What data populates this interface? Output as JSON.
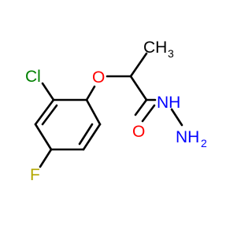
{
  "molecule": {
    "atoms": {
      "chlorine": {
        "symbol": "Cl",
        "color": "#008000"
      },
      "ether_oxygen": {
        "symbol": "O",
        "color": "#ff0000"
      },
      "methyl": {
        "symbol": "CH",
        "subscript": "3",
        "color": "#000000"
      },
      "carbonyl_oxygen": {
        "symbol": "O",
        "color": "#ff0000"
      },
      "hydrazide_nh": {
        "symbol": "NH",
        "color": "#0000ff"
      },
      "hydrazide_nh2": {
        "symbol": "NH",
        "subscript": "2",
        "color": "#0000ff"
      },
      "fluorine": {
        "symbol": "F",
        "color": "#b3a700"
      }
    }
  }
}
